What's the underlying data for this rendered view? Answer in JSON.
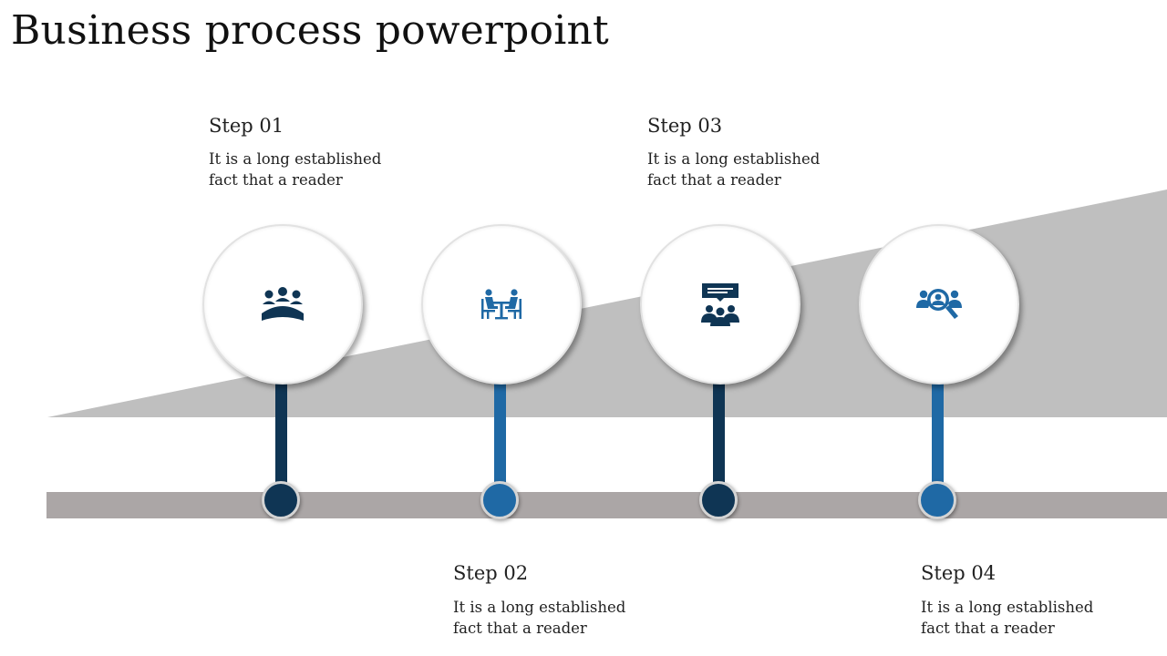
{
  "title": "Business process powerpoint",
  "colors": {
    "dark_navy": "#0f3554",
    "medium_blue": "#1f69a5",
    "gray_wedge": "#bfbfbf",
    "gray_band": "#aba6a6"
  },
  "steps": [
    {
      "label": "Step 01",
      "text_line1": "It is a long established",
      "text_line2": "fact that a reader",
      "icon": "meeting-icon",
      "color": "#0f3554",
      "position": "top"
    },
    {
      "label": "Step 02",
      "text_line1": "It is a long established",
      "text_line2": "fact that a reader",
      "icon": "interview-icon",
      "color": "#1f69a5",
      "position": "bottom"
    },
    {
      "label": "Step 03",
      "text_line1": "It is a long established",
      "text_line2": "fact that a reader",
      "icon": "team-discussion-icon",
      "color": "#0f3554",
      "position": "top"
    },
    {
      "label": "Step 04",
      "text_line1": "It is a long established",
      "text_line2": "fact that a reader",
      "icon": "team-search-icon",
      "color": "#1f69a5",
      "position": "bottom"
    }
  ]
}
